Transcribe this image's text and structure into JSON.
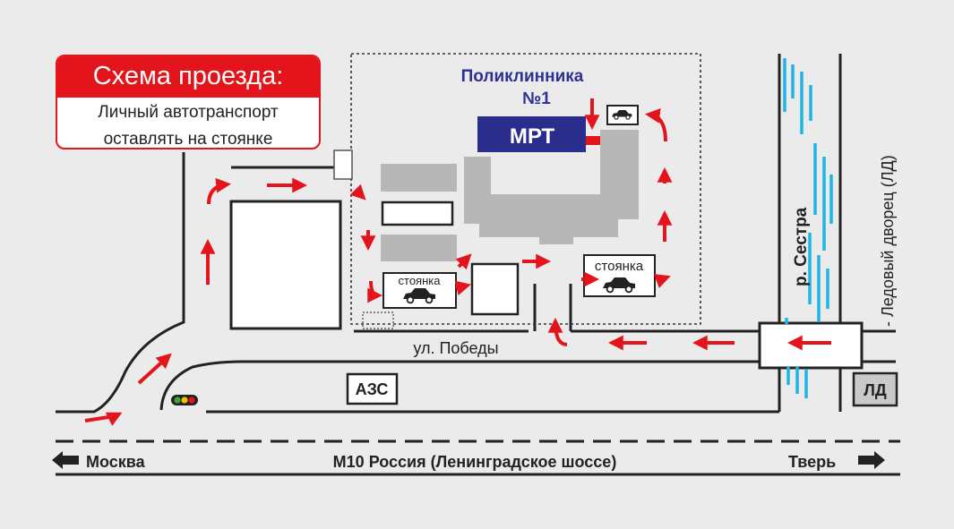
{
  "legend": {
    "title": "Схема проезда:",
    "subtitle_line1": "Личный автотранспорт",
    "subtitle_line2": "оставлять на стоянке"
  },
  "clinic": {
    "name_line1": "Поликлинника",
    "name_line2": "№1"
  },
  "mri_label": "МРТ",
  "parking_label": "стоянка",
  "street_label": "ул. Победы",
  "gas_station_label": "АЗС",
  "ice_palace_abbr": "ЛД",
  "river_label": "р. Сестра",
  "ice_palace_label": "- Ледовый дворец (ЛД)",
  "highway": {
    "left_label": "Москва",
    "center_label": "М10 Россия  (Ленинградское шоссе)",
    "right_label": "Тверь"
  },
  "colors": {
    "background": "#ebebeb",
    "road_line": "#222222",
    "arrow_red": "#e3141b",
    "mri_blue": "#2a2d8c",
    "building_gray": "#b7b7b7",
    "river_blue": "#1eb4e6",
    "title_blue": "#2e3092"
  },
  "icons": [
    "car-icon",
    "traffic-light-icon",
    "arrow-left-icon",
    "arrow-right-icon"
  ]
}
